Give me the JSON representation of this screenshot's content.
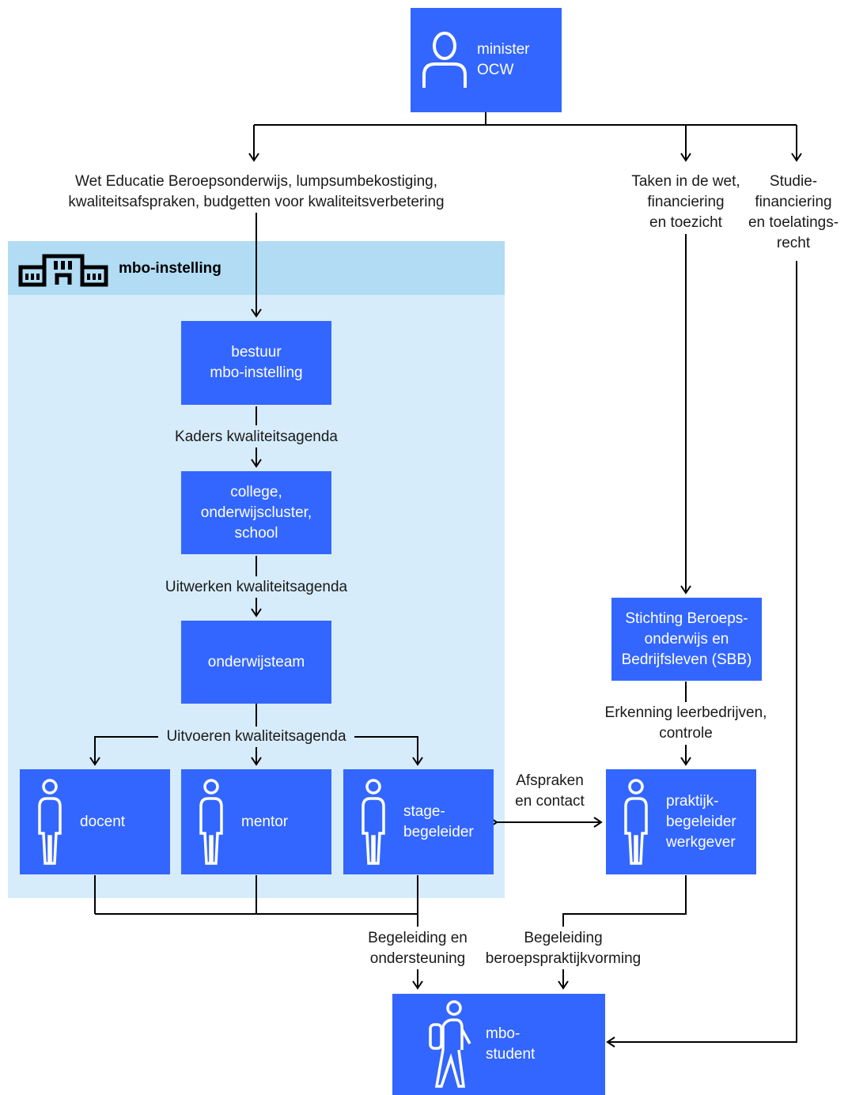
{
  "colors": {
    "box_blue": "#3366ff",
    "region_fill": "#d7ecfa",
    "region_header": "#b1dcf4",
    "line": "#000000"
  },
  "region": {
    "title": "mbo-instelling",
    "icon": "building-icon"
  },
  "boxes": {
    "minister": {
      "label": "minister\nOCW",
      "icon": "person-icon"
    },
    "bestuur": {
      "label": "bestuur\nmbo-instelling"
    },
    "college": {
      "label": "college,\nonderwijscluster,\nschool"
    },
    "onderwijsteam": {
      "label": "onderwijsteam"
    },
    "docent": {
      "label": "docent",
      "icon": "standing-person-icon"
    },
    "mentor": {
      "label": "mentor",
      "icon": "standing-person-icon"
    },
    "stagebegeleider": {
      "label": "stage-\nbegeleider",
      "icon": "standing-person-icon"
    },
    "sbb": {
      "label": "Stichting Beroeps-\nonderwijs en\nBedrijfsleven (SBB)"
    },
    "praktijkbegeleider": {
      "label": "praktijk-\nbegeleider\nwerkgever",
      "icon": "standing-person-icon"
    },
    "student": {
      "label": "mbo-\nstudent",
      "icon": "walking-student-icon"
    }
  },
  "edge_labels": {
    "wet": "Wet Educatie Beroepsonderwijs, lumpsumbekostiging,\nkwaliteitsafspraken, budgetten voor kwaliteitsverbetering",
    "taken": "Taken in de wet,\nfinanciering\nen toezicht",
    "studiefinanciering": "Studie-\nfinanciering\nen toelatings-\nrecht",
    "kaders": "Kaders kwaliteitsagenda",
    "uitwerken": "Uitwerken kwaliteitsagenda",
    "uitvoeren": "Uitvoeren kwaliteitsagenda",
    "afspraken": "Afspraken\nen contact",
    "erkenning": "Erkenning leerbedrijven,\ncontrole",
    "begeleiding_ondersteuning": "Begeleiding en\nondersteuning",
    "begeleiding_praktijk": "Begeleiding\nberoepspraktijkvorming"
  }
}
